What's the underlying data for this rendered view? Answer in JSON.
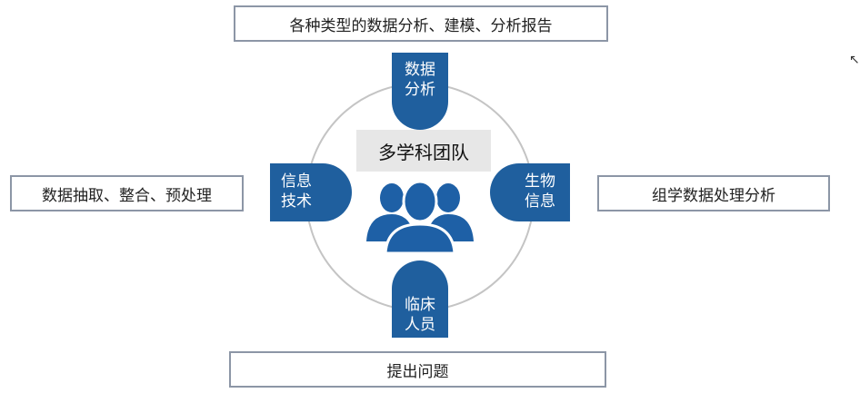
{
  "boxes": {
    "top": "各种类型的数据分析、建模、分析报告",
    "left": "数据抽取、整合、预处理",
    "right": "组学数据处理分析",
    "bottom": "提出问题"
  },
  "center": {
    "title": "多学科团队",
    "icon": "people-group-icon"
  },
  "petals": {
    "top": [
      "数据",
      "分析"
    ],
    "left": [
      "信息",
      "技术"
    ],
    "right": [
      "生物",
      "信息"
    ],
    "bottom": [
      "临床",
      "人员"
    ]
  },
  "colors": {
    "petal": "#1f5f9e",
    "people": "#1e60a6",
    "box_border": "#8c96a6",
    "ring": "#bdbdbd"
  }
}
